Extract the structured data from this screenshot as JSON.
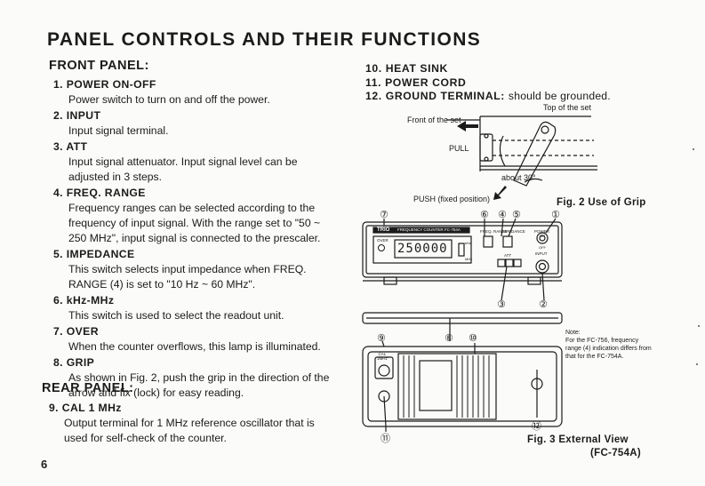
{
  "title": "PANEL CONTROLS AND THEIR FUNCTIONS",
  "front_panel": {
    "heading": "FRONT PANEL:",
    "items": [
      {
        "num": "1.",
        "name": "POWER ON-OFF",
        "desc": "Power switch to turn on and off the power."
      },
      {
        "num": "2.",
        "name": "INPUT",
        "desc": "Input signal terminal."
      },
      {
        "num": "3.",
        "name": "ATT",
        "desc": "Input signal attenuator. Input signal level can be adjusted in 3 steps."
      },
      {
        "num": "4.",
        "name": "FREQ. RANGE",
        "desc": "Frequency ranges can be selected according to the frequency of input signal. With the range set to \"50 ~ 250 MHz\", input signal is connected to the prescaler."
      },
      {
        "num": "5.",
        "name": "IMPEDANCE",
        "desc": "This switch selects input impedance when FREQ. RANGE (4) is set to \"10 Hz ~ 60 MHz\"."
      },
      {
        "num": "6.",
        "name": "kHz-MHz",
        "desc": "This switch is used to select the readout unit."
      },
      {
        "num": "7.",
        "name": "OVER",
        "desc": "When the counter overflows, this lamp is illuminated."
      },
      {
        "num": "8.",
        "name": "GRIP",
        "desc": "As shown in Fig. 2, push the grip in the direction of the arrow and fix (lock) for easy reading."
      }
    ]
  },
  "rear_panel": {
    "heading": "REAR PANEL:",
    "items": [
      {
        "num": "9.",
        "name": "CAL 1 MHz",
        "desc": "Output terminal for 1 MHz reference oscillator that is used for self-check of the counter."
      }
    ]
  },
  "right_items": [
    {
      "num": "10.",
      "name": "HEAT SINK",
      "extra": ""
    },
    {
      "num": "11.",
      "name": "POWER CORD",
      "extra": ""
    },
    {
      "num": "12.",
      "name": "GROUND TERMINAL:",
      "extra": "should be grounded."
    }
  ],
  "fig2": {
    "caption": "Fig. 2   Use of Grip",
    "top_label": "Top of the set",
    "front_label": "Front of the set",
    "pull": "PULL",
    "push": "PUSH (fixed position)",
    "angle": "about 30°"
  },
  "fig3": {
    "caption_line1": "Fig. 3   External View",
    "caption_line2": "(FC-754A)",
    "note_title": "Note:",
    "note_text": "For the FC-756, frequency range (4) indication differs from that for the FC-754A.",
    "brand": "TRIO",
    "model_text": "FREQUENCY COUNTER  FC-754A",
    "readout": "250000",
    "over_label": "OVER",
    "freq_range_label": "FREQ. RANGE",
    "impedance_label": "IMPEDANCE",
    "power_label": "POWER",
    "on_label": "ON",
    "off_label": "OFF",
    "input_label": "INPUT",
    "att_label": "ATT",
    "khz_label": "kHz",
    "mhz_label": "MHz",
    "cal_label": "CAL\n1MHz",
    "numbers": {
      "n1": "①",
      "n2": "②",
      "n3": "③",
      "n4": "④",
      "n5": "⑤",
      "n6": "⑥",
      "n7": "⑦",
      "n8": "⑧",
      "n9": "⑨",
      "n10": "⑩",
      "n11": "⑪",
      "n12": "⑫"
    }
  },
  "page_number": "6"
}
